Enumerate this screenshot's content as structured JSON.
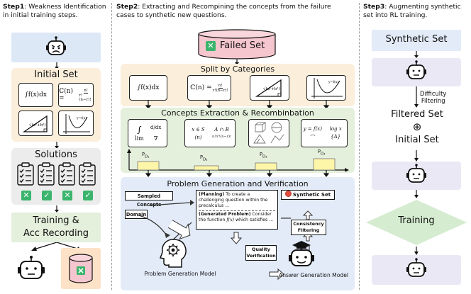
{
  "step1": {
    "heading_bold": "Step1",
    "heading_rest": ": Weakness Identification in initial training steps.",
    "initial_set": "Initial Set",
    "formula_integral": "∫f(x)dx",
    "formula_comb": "C(n) = n! / r!(n−r)!",
    "formula_comb_lhs": "ℂ(n) =",
    "formula_comb_num": "n!",
    "formula_comb_den": "r!(n−r)!",
    "formula_sqrt": "√(a²+b²)",
    "formula_func": "y=f(x)",
    "solutions": "Solutions",
    "training_line1": "Training &",
    "training_line2": "Acc Recording",
    "badges": [
      "✕",
      "✓",
      "✕",
      "✓"
    ]
  },
  "step2": {
    "heading_bold": "Step2",
    "heading_rest_l1": ": Extracting and Recompining the concepts from the failure",
    "heading_rest_l2": "cases to synthetic new questions.",
    "failed_set": "Failed Set",
    "split_title": "Split by Categories",
    "concepts_title": "Concepts Extraction & Recombinbation",
    "concept_math_1": [
      "∫",
      "d/dx",
      "lim",
      "∇"
    ],
    "concept_math_2": [
      "x ∈ S",
      "A ∩ B",
      "(n)",
      "n!/r!(n−r)!"
    ],
    "concept_math_4": [
      "y = f(x)",
      "log x",
      "{A}"
    ],
    "p_labels": [
      "P",
      "P",
      "P",
      "P"
    ],
    "p_subs": [
      "D₁",
      "D₂",
      "D₃",
      "D₄"
    ],
    "pg_title": "Problem Generation and Verification",
    "sampled_concepts": "Sampled Concepts",
    "domain": "Domain",
    "planning_bold": "(Planning)",
    "planning_text": " To create a challenging question within the precalculus ...",
    "generated_bold": "(Generated Problem)",
    "generated_text": " Consider the function ",
    "generated_math": "f(x)",
    "generated_tail": " which satisfies ...",
    "synthetic_set": "Synthetic Set",
    "consistency_l1": "Consistency",
    "consistency_l2": "Filtering",
    "quality_l1": "Quality",
    "quality_l2": "Verification",
    "pg_model": "Problem Generation Model",
    "ag_model": "Answer Generation Model"
  },
  "step3": {
    "heading_bold": "Step3",
    "heading_rest": ": Augmenting synthetic set into RL training.",
    "synthetic_set": "Synthetic Set",
    "difficulty_l1": "Difficulty",
    "difficulty_l2": "Filtering",
    "filtered_set": "Filtered Set",
    "oplus": "⊕",
    "initial_set": "Initial Set",
    "training": "Training"
  },
  "colors": {
    "blue_panel": "#dde8f7",
    "orange_panel": "#fbeedb",
    "green_panel": "#e4efdc",
    "gray_panel": "#ececec",
    "failed_red": "#f6c6cf",
    "check_green": "#3bb56d",
    "diamond_green": "#d5ecd0",
    "p_bar_yellow": "#fdf5a8"
  }
}
